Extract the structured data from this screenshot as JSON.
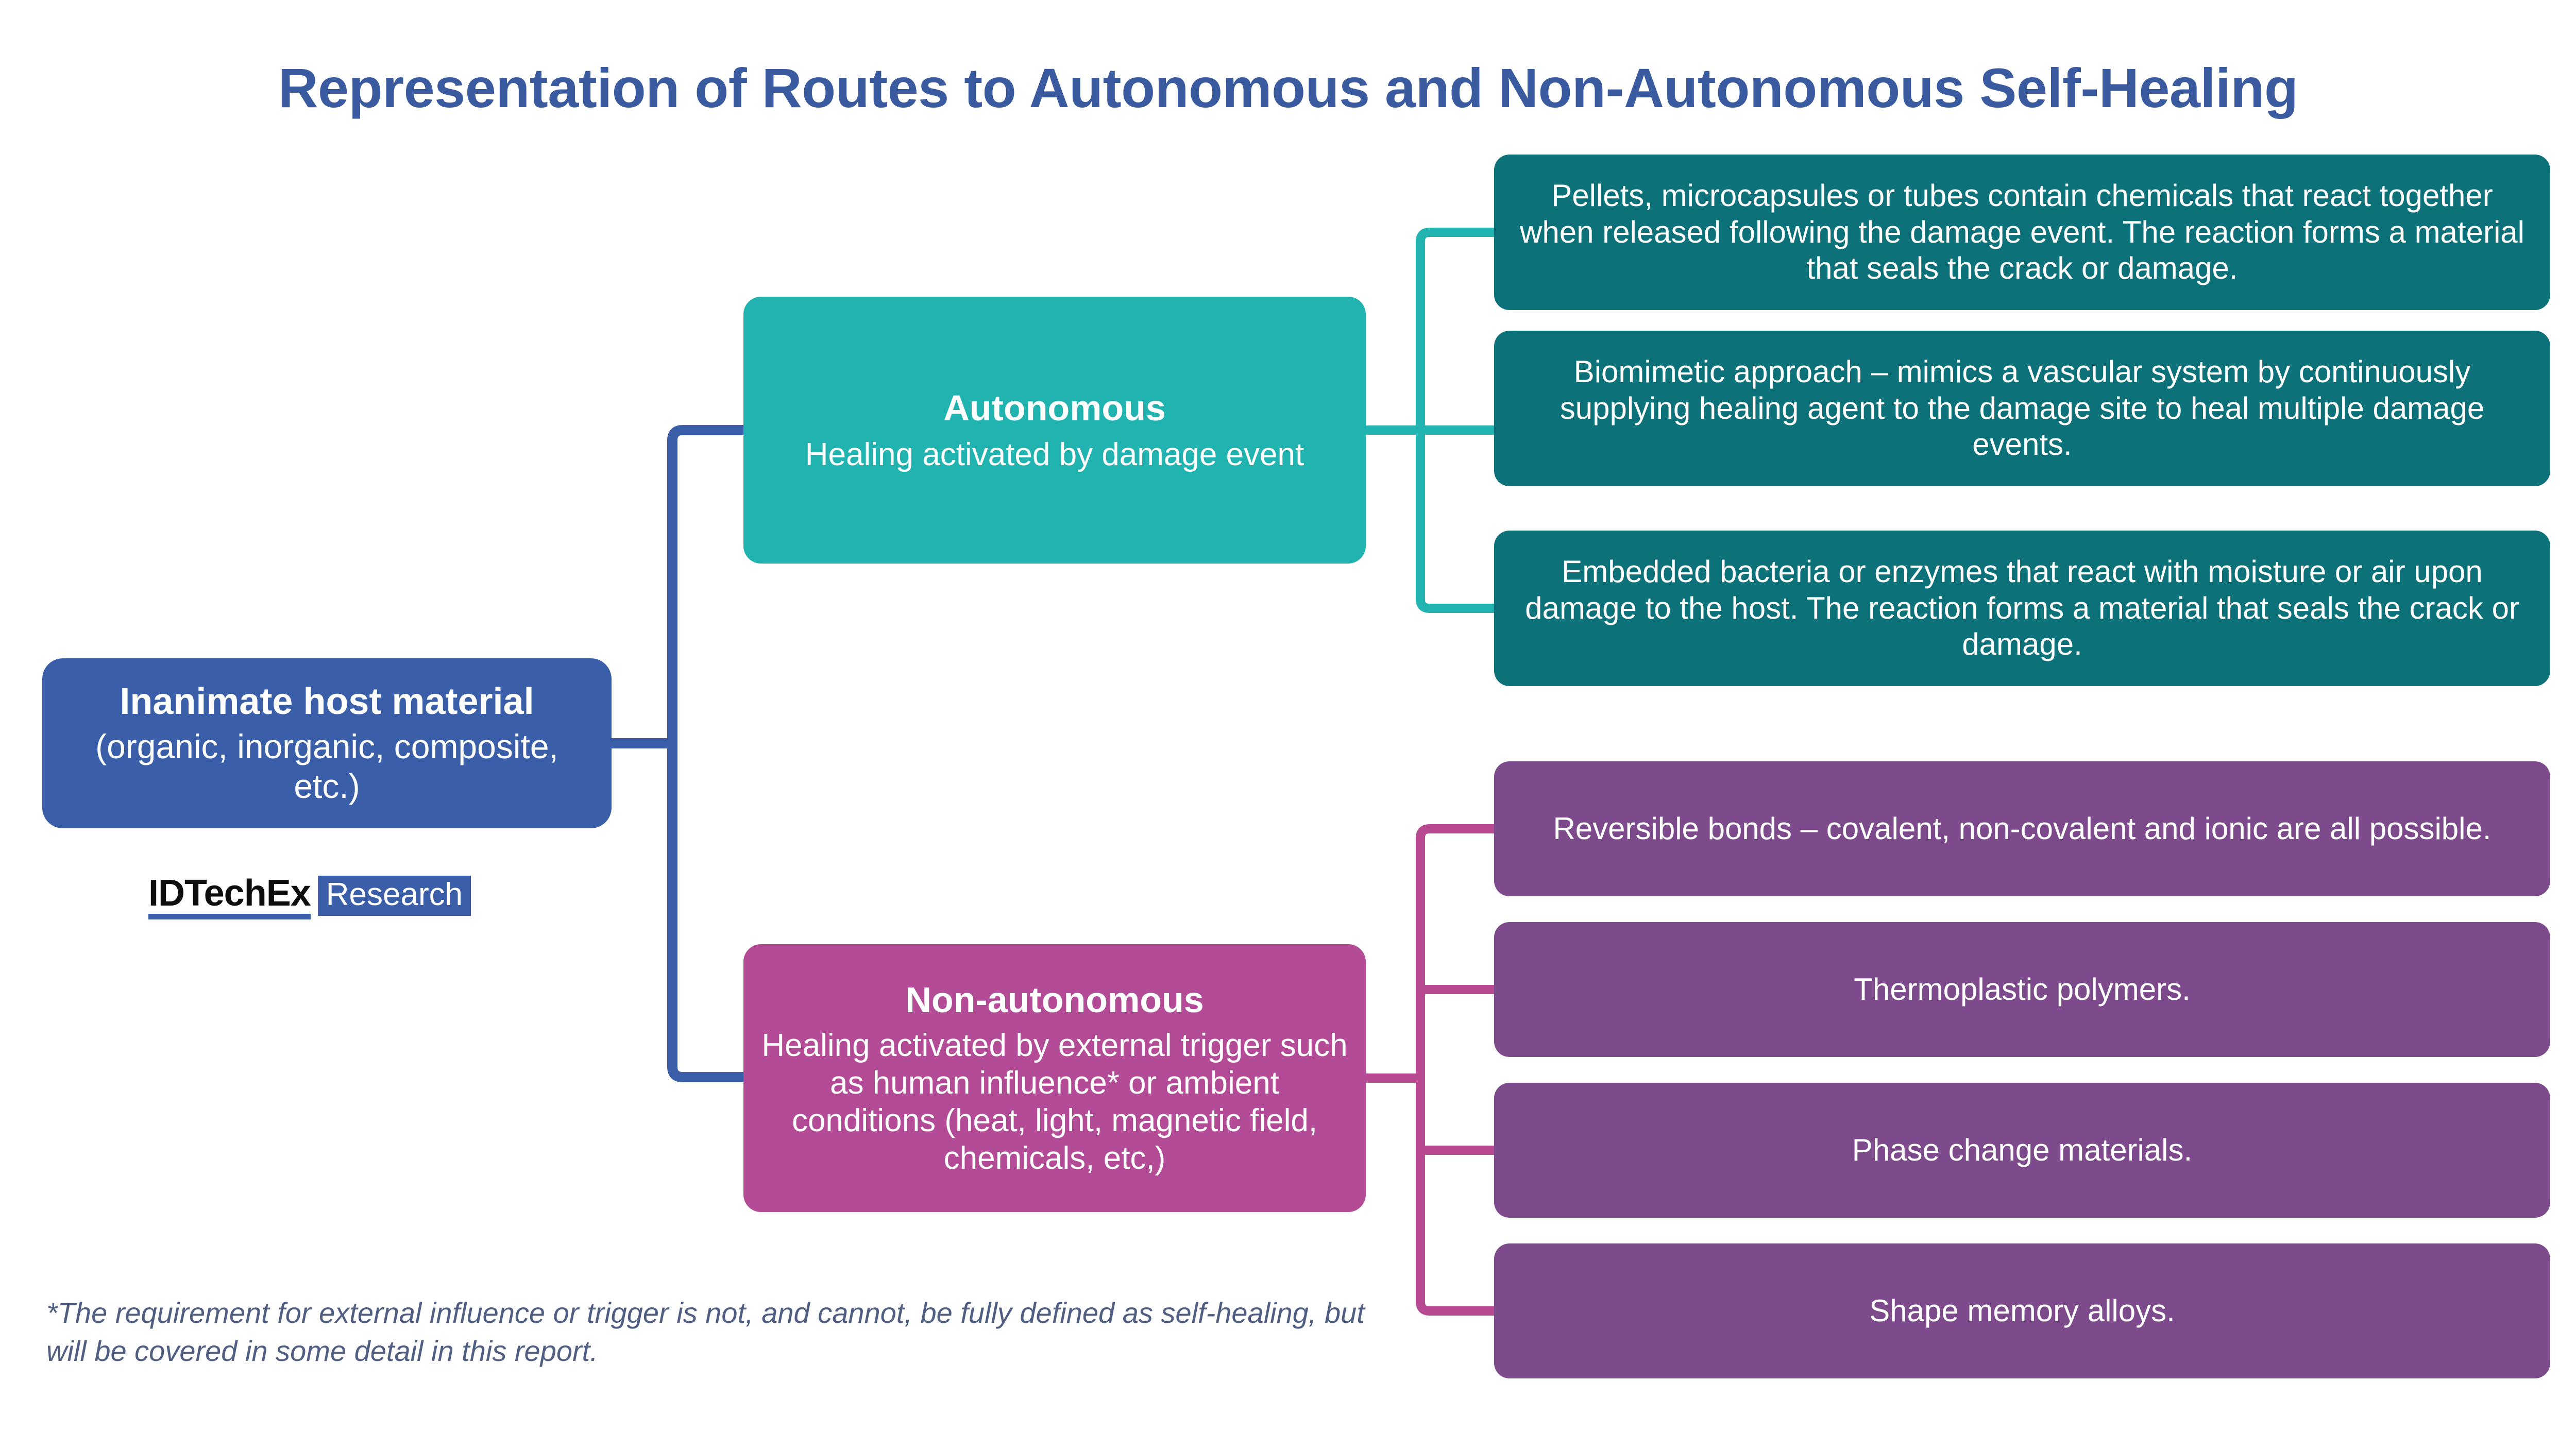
{
  "title": "Representation of Routes to Autonomous and Non-Autonomous Self-Healing",
  "colors": {
    "title": "#3A5BA0",
    "root": "#3A5FA8",
    "autonomous": "#21B3B0",
    "autonomous_leaf": "#0C7179",
    "nonautonomous": "#B34B96",
    "nonautonomous_leaf": "#7D4A8C",
    "footnote": "#4F5E82",
    "background": "#FFFFFF"
  },
  "root": {
    "headline": "Inanimate host material",
    "subtext": "(organic, inorganic, composite, etc.)"
  },
  "logo": {
    "word": "IDTechEx",
    "badge": "Research"
  },
  "branches": {
    "autonomous": {
      "headline": "Autonomous",
      "subtext": "Healing activated by damage event",
      "leaves": [
        "Pellets, microcapsules or tubes contain chemicals that react together when released following the damage event. The reaction forms a material that seals the crack or damage.",
        "Biomimetic approach – mimics a vascular system by continuously supplying healing agent to the damage site to heal multiple damage events.",
        "Embedded bacteria or enzymes that react with moisture or air upon damage to the host. The reaction forms a material that seals the crack or damage."
      ]
    },
    "nonautonomous": {
      "headline": "Non-autonomous",
      "subtext": "Healing activated by external trigger such as human influence* or ambient conditions (heat, light, magnetic field, chemicals, etc,)",
      "leaves": [
        "Reversible bonds – covalent, non-covalent and ionic are all possible.",
        "Thermoplastic polymers.",
        "Phase change materials.",
        "Shape memory alloys."
      ]
    }
  },
  "footnote": "*The requirement for external influence or trigger is not, and cannot, be fully defined as self-healing, but will be covered in some detail in this report."
}
